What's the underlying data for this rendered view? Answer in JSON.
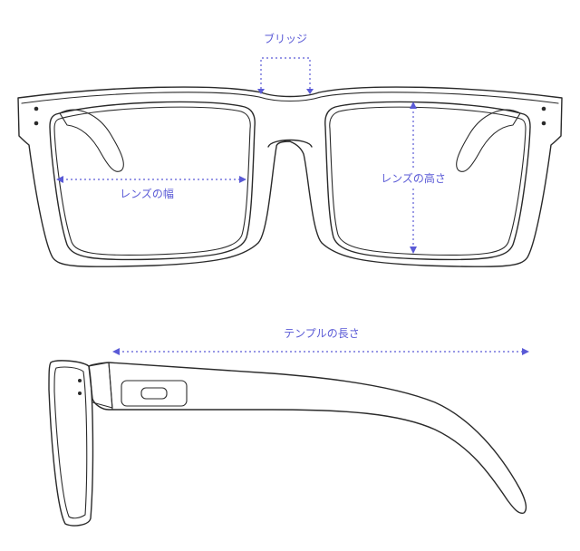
{
  "labels": {
    "bridge": "ブリッジ",
    "lens_width": "レンズの幅",
    "lens_height": "レンズの高さ",
    "temple_length": "テンプルの長さ"
  },
  "colors": {
    "dimension": "#5a5ad6",
    "outline": "#2a2a2a",
    "background": "#ffffff"
  }
}
